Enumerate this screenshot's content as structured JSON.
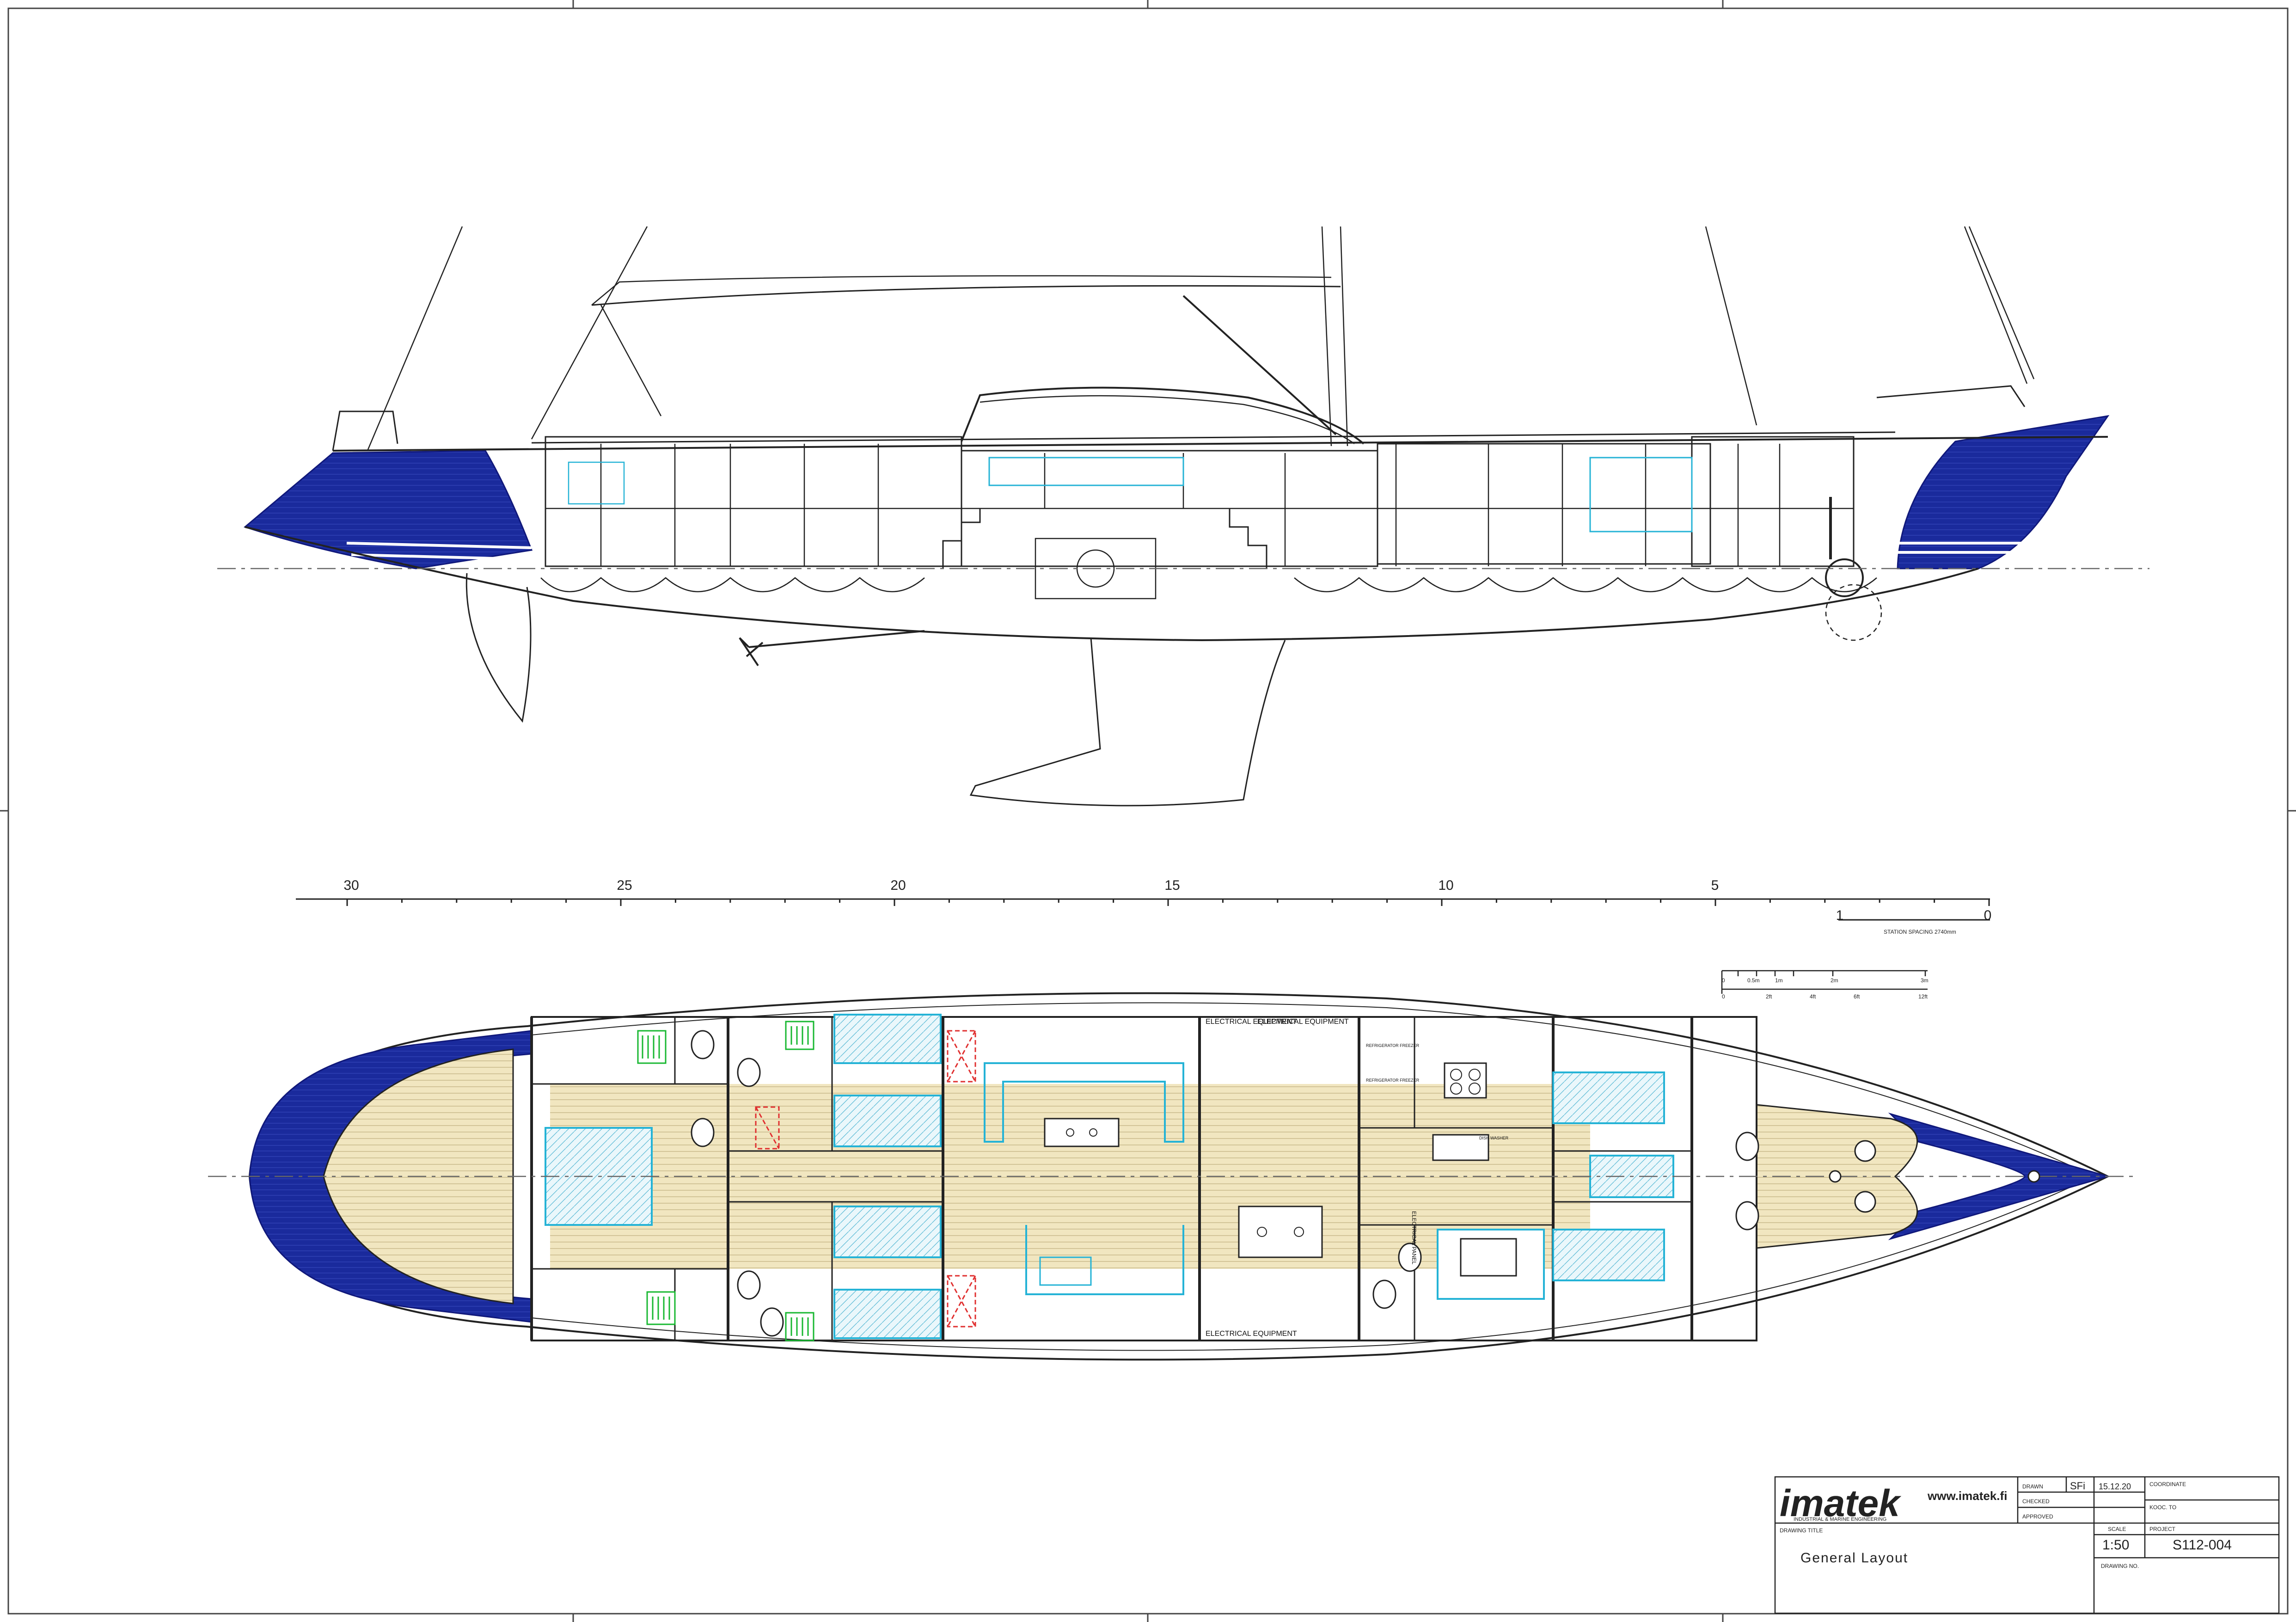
{
  "drawing": {
    "station_scale": {
      "labels": [
        "30",
        "25",
        "20",
        "15",
        "10",
        "5",
        "1",
        "0"
      ],
      "spacing_note": "STATION SPACING 2740mm"
    },
    "graphic_scale": {
      "top_labels": [
        "0",
        "0.5m",
        "1m",
        "2m",
        "3m"
      ],
      "bottom_labels": [
        "0",
        "2ft",
        "4ft",
        "6ft",
        "12ft"
      ]
    },
    "room_labels": {
      "elec_1": "ELECTRICAL EQUIPMENT",
      "elec_2": "ELECTRICAL EQUIPMENT",
      "elec_3": "ELECTRICAL EQUIPMENT",
      "elec_panel": "ELECTRICAL PANEL",
      "fridge_1": "REFRIGERATOR FREEZER",
      "fridge_2": "REFRIGERATOR FREEZER",
      "dishwasher": "DISH WASHER"
    }
  },
  "title_block": {
    "company": "imatek",
    "company_sub": "INDUSTRIAL & MARINE ENGINEERING",
    "website": "www.imatek.fi",
    "drawn_label": "DRAWN",
    "drawn_value": "SFi",
    "drawn_date": "15.12.20",
    "checked_label": "CHECKED",
    "approved_label": "APPROVED",
    "coordinate_label": "COORDINATE",
    "coordinate_value": "KOOC. TO",
    "drawing_title_label": "DRAWING TITLE",
    "drawing_title": "General Layout",
    "scale_label": "SCALE",
    "scale_value": "1:50",
    "project_label": "PROJECT",
    "project_value": "S112-004",
    "drawing_no_label": "DRAWING NO."
  },
  "colors": {
    "hull_blue": "#1a2a9c",
    "floor": "#f1e6c0",
    "cyan_fixture": "#25b3d6",
    "green_hanger": "#19b832",
    "red_mark": "#e03030",
    "line": "#222222"
  }
}
